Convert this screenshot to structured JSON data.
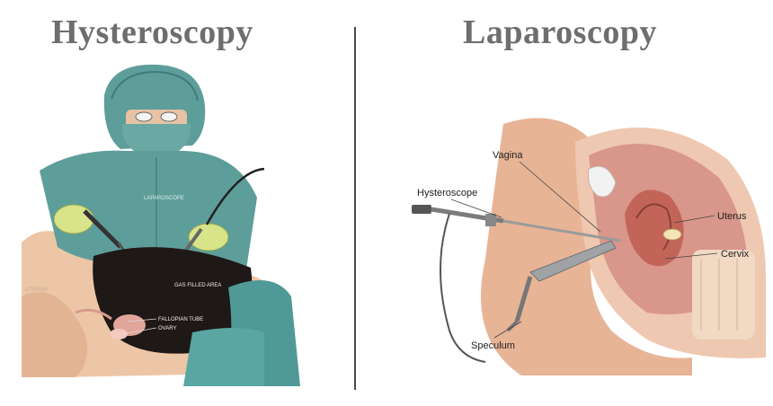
{
  "titles": {
    "left": "Hysteroscopy",
    "right": "Laparoscopy"
  },
  "left_illustration": {
    "gown_text": "LAPAROSCOPE",
    "labels": {
      "uterus": "UTERUS",
      "gas_area": "GAS FILLED AREA",
      "fallopian_tube": "FALLOPIAN TUBE",
      "ovary": "OVARY"
    }
  },
  "right_illustration": {
    "labels": {
      "vagina": "Vagina",
      "hysteroscope": "Hysteroscope",
      "uterus": "Uterus",
      "cervix": "Cervix",
      "speculum": "Speculum"
    }
  },
  "colors": {
    "title": "#6e6e6e",
    "divider": "#4a4a4a",
    "gown": "#5e9e9a",
    "glove": "#d8e48a",
    "skin": "#e9c2a2",
    "tissue": "#c97a6a"
  }
}
